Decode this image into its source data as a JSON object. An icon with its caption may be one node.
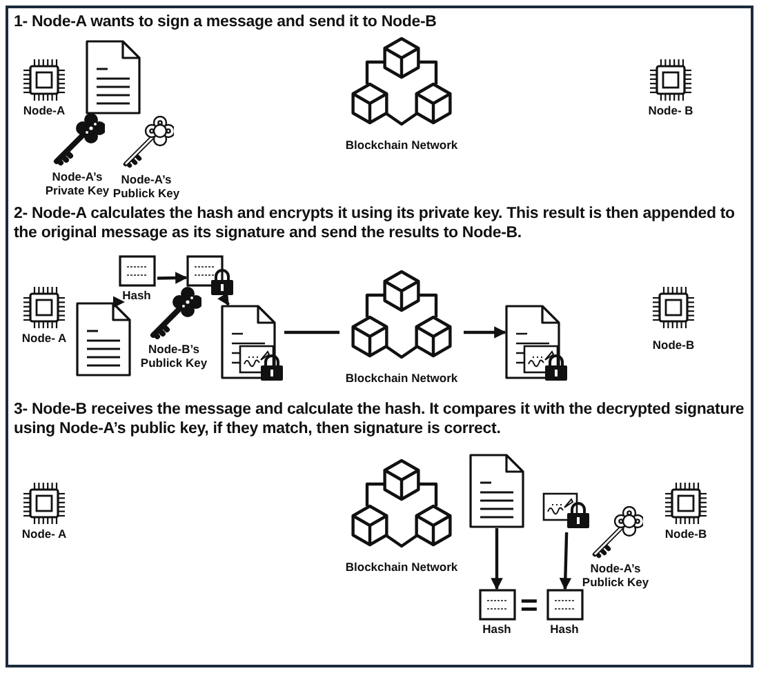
{
  "diagram": {
    "nodes": [
      {
        "text": [
          "Node-A"
        ]
      },
      {
        "text": [],
        "shape": "document"
      },
      {
        "text": [
          "Node-A’s Private Key"
        ]
      },
      {
        "text": [
          "Node-A’s Publick Key"
        ]
      },
      {
        "text": [
          "Blockchain Network"
        ]
      },
      {
        "text": [
          "Node- B"
        ]
      },
      {
        "text": [
          "Node- A"
        ]
      },
      {
        "text": [],
        "shape": "document"
      },
      {
        "text": [
          "Hash"
        ]
      },
      {
        "text": [],
        "shape": "box"
      },
      {
        "text": [
          "Node-B’s Publick Key"
        ]
      },
      {
        "text": [],
        "shape": "document"
      },
      {
        "text": [
          "Blockchain Network"
        ]
      },
      {
        "text": [],
        "shape": "document"
      },
      {
        "text": [
          "Node-B"
        ]
      },
      {
        "text": [
          "Node- A"
        ]
      },
      {
        "text": [
          "Blockchain Network"
        ]
      },
      {
        "text": [],
        "shape": "document"
      },
      {
        "text": [],
        "shape": "box"
      },
      {
        "text": [
          "Node-A’s Publick Key"
        ]
      },
      {
        "text": [
          "Hash"
        ]
      },
      {
        "text": [
          "Hash"
        ]
      },
      {
        "text": [
          "Node-B"
        ]
      }
    ],
    "edges": [
      {
        "from": 7,
        "to": 8,
        "arrow": "to"
      },
      {
        "from": 8,
        "to": 9,
        "arrow": "to"
      },
      {
        "from": 9,
        "to": 11,
        "arrow": "to"
      },
      {
        "from": 11,
        "to": 12,
        "arrow": "none"
      },
      {
        "from": 12,
        "to": 13,
        "arrow": "to"
      },
      {
        "from": 17,
        "to": 20,
        "arrow": "to"
      },
      {
        "from": 18,
        "to": 21,
        "arrow": "to"
      }
    ],
    "labels": [
      "1- Node-A wants to sign a message and send it to Node-B",
      "2- Node-A calculates the hash and encrypts it using its private key. This result is then appended to the original message as its signature and send the results to Node-B.",
      "3- Node-B receives the message and calculate the hash. It compares it with the decrypted signature using Node-A’s public key, if they match, then signature is correct.",
      "="
    ]
  }
}
